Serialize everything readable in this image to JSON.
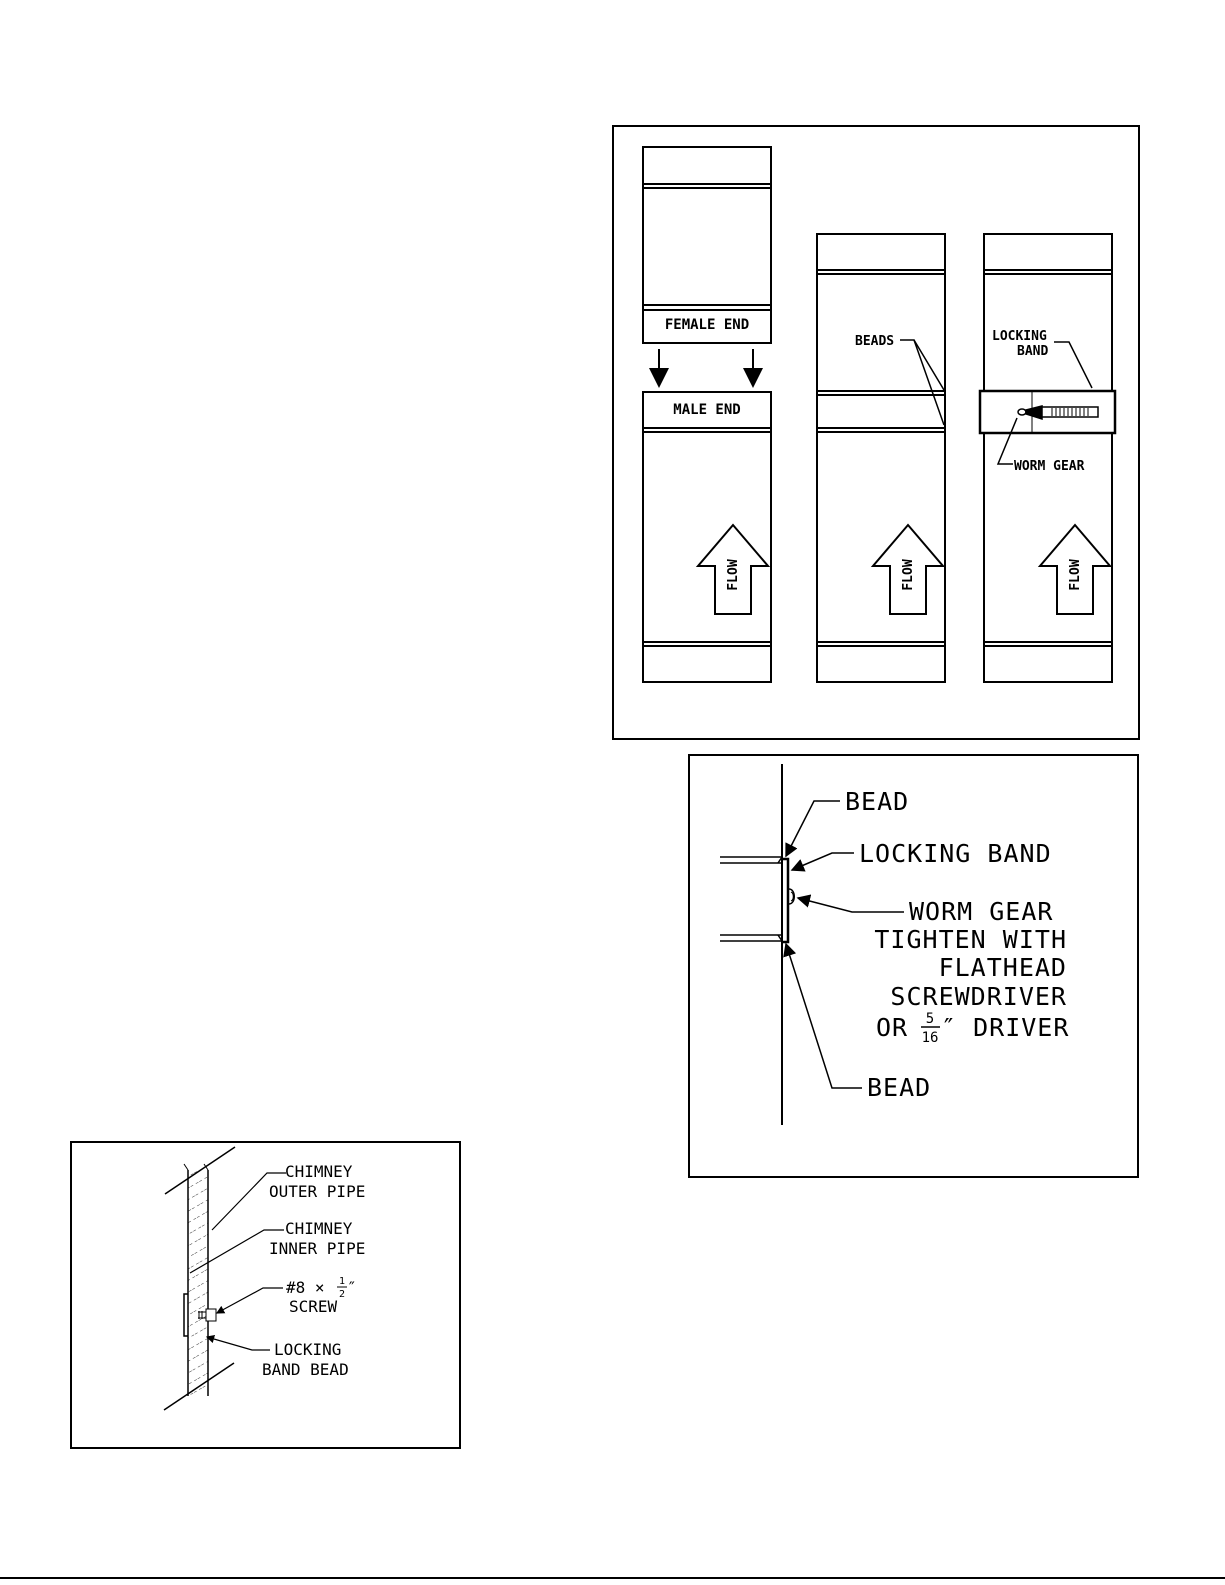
{
  "figure_joints": {
    "female_end": "FEMALE END",
    "male_end": "MALE END",
    "flow": "FLOW",
    "beads": "BEADS",
    "locking_band_l1": "LOCKING",
    "locking_band_l2": "BAND",
    "worm_gear": "WORM GEAR"
  },
  "figure_band_detail": {
    "bead_top": "BEAD",
    "locking_band": "LOCKING BAND",
    "worm_gear": "WORM GEAR",
    "tighten_l1": "TIGHTEN WITH",
    "tighten_l2": "FLATHEAD",
    "tighten_l3": "SCREWDRIVER",
    "driver_prefix": "OR",
    "frac_num": "5",
    "frac_den": "16",
    "driver_suffix": "″ DRIVER",
    "bead_bottom": "BEAD"
  },
  "figure_chimney": {
    "outer_l1": "CHIMNEY",
    "outer_l2": "OUTER PIPE",
    "inner_l1": "CHIMNEY",
    "inner_l2": "INNER PIPE",
    "screw_prefix": "#8 ×",
    "screw_num": "1",
    "screw_den": "2",
    "screw_suffix": "″",
    "screw_l2": "SCREW",
    "bead_l1": "LOCKING",
    "bead_l2": "BAND BEAD"
  }
}
